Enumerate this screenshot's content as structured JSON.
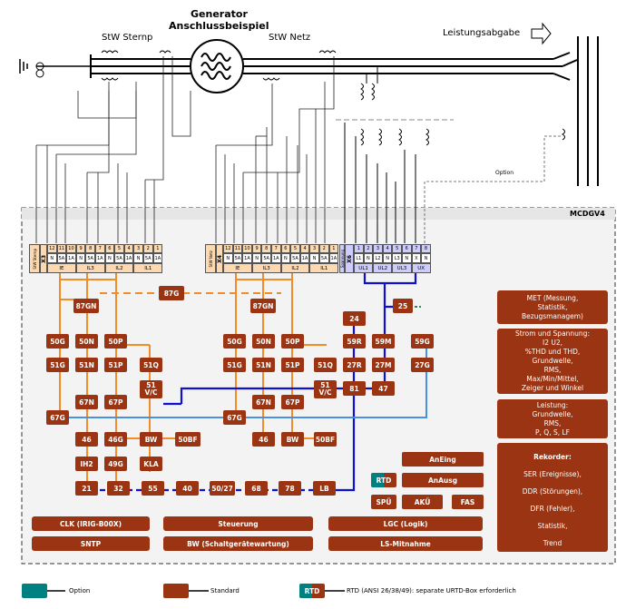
{
  "title": {
    "line1": "Generator",
    "line2": "Anschlussbeispiel"
  },
  "labels": {
    "stw_sternp": "StW Sternp",
    "stw_netz": "StW Netz",
    "leistungsabgabe": "Leistungsabgabe",
    "option": "Option",
    "device": "MCDGV4"
  },
  "terminals": {
    "x3": {
      "side": "StW Sternp",
      "name": "X3",
      "nums": [
        "12",
        "11",
        "10",
        "9",
        "8",
        "7",
        "6",
        "5",
        "4",
        "3",
        "2",
        "1"
      ],
      "vals": [
        "N",
        "5A",
        "1A",
        "N",
        "5A",
        "1A",
        "N",
        "5A",
        "1A",
        "N",
        "5A",
        "1A"
      ],
      "groups": [
        "IE",
        "IL3",
        "IL2",
        "IL1"
      ]
    },
    "x4": {
      "side": "StW Netz",
      "name": "X4",
      "nums": [
        "12",
        "11",
        "10",
        "9",
        "8",
        "7",
        "6",
        "5",
        "4",
        "3",
        "2",
        "1"
      ],
      "vals": [
        "N",
        "5A",
        "1A",
        "N",
        "5A",
        "1A",
        "N",
        "5A",
        "1A",
        "N",
        "5A",
        "1A"
      ],
      "groups": [
        "IE",
        "IL3",
        "IL2",
        "IL1"
      ]
    },
    "x6": {
      "side": "Spannung",
      "name": "X6",
      "nums": [
        "1",
        "2",
        "3",
        "4",
        "5",
        "6",
        "7",
        "8"
      ],
      "vals": [
        "L1",
        "N",
        "L2",
        "N",
        "L3",
        "N",
        "X",
        "N"
      ],
      "groups": [
        "UL1",
        "UL2",
        "UL3",
        "UX"
      ]
    }
  },
  "func_left": [
    "87GN",
    "50G",
    "50N",
    "50P",
    "51G",
    "51N",
    "51P",
    "51Q",
    "51 V/C",
    "67N",
    "67P",
    "67G",
    "46",
    "46G",
    "BW",
    "50BF",
    "IH2",
    "49G",
    "KLA"
  ],
  "func_mid": [
    "87G"
  ],
  "func_right": [
    "87GN",
    "50G",
    "50N",
    "50P",
    "51G",
    "51N",
    "51P",
    "51Q",
    "51 V/C",
    "67N",
    "67P",
    "67G",
    "46",
    "BW",
    "50BF"
  ],
  "func_volt": [
    "24",
    "25",
    "59R",
    "59M",
    "59G",
    "27R",
    "27M",
    "27G",
    "81",
    "47"
  ],
  "chain": [
    "21",
    "32",
    "55",
    "40",
    "50/27",
    "68",
    "78",
    "LB"
  ],
  "small_funcs": {
    "rtd": "RTD",
    "spu": "SPÜ",
    "aku": "AKÜ",
    "fas": "FAS",
    "aneing": "AnEing",
    "anausg": "AnAusg"
  },
  "info_boxes": {
    "met": [
      "MET (Messung,",
      "Statistik,",
      "Bezugsmanagem)"
    ],
    "strom": [
      "Strom und Spannung:",
      "I2 U2,",
      "%THD und THD,",
      "Grundwelle,",
      "RMS,",
      "Max/Min/Mittel,",
      "Zeiger und Winkel"
    ],
    "leistung": [
      "Leistung:",
      "Grundwelle,",
      "RMS,",
      "P, Q, S, LF"
    ],
    "rekorder_title": "Rekorder:",
    "rekorder": [
      "SER (Ereignisse),",
      "DDR (Störungen),",
      "DFR (Fehler),",
      "Statistik,",
      "Trend"
    ]
  },
  "bottom_bars": [
    "CLK (IRIG-B00X)",
    "Steuerung",
    "LGC (Logik)",
    "SNTP",
    "BW (Schaltgerätewartung)",
    "LS-Mitnahme"
  ],
  "legend": {
    "option": "Option",
    "standard": "Standard",
    "rtd_box": "RTD",
    "rtd_text": "RTD (ANSI 26/38/49): separate URTD-Box erforderlich"
  },
  "colors": {
    "function": "#9a3412",
    "current_bus": "#f28c28",
    "voltage_bus": "#1010d0",
    "ground_bus": "#4a90e2",
    "option": "#008080",
    "option_line": "#2e8b57",
    "terminal_current": "#fcd9b0",
    "terminal_voltage": "#ccccff"
  }
}
